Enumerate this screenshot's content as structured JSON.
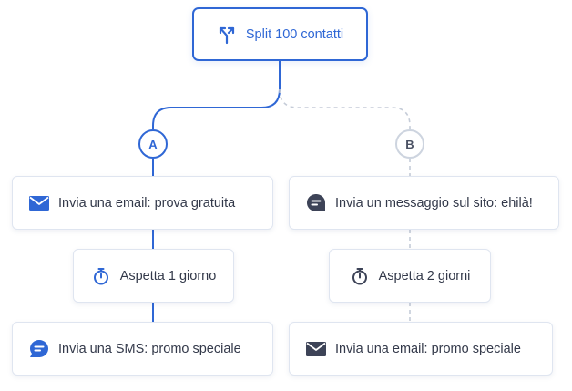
{
  "split": {
    "label": "Split 100 contatti",
    "icon": "split-arrows-icon"
  },
  "branch_a": {
    "badge": "A",
    "steps": [
      {
        "label": "Invia una email: prova gratuita",
        "icon": "envelope-icon"
      },
      {
        "label": "Aspetta 1 giorno",
        "icon": "stopwatch-icon"
      },
      {
        "label": "Invia una SMS: promo speciale",
        "icon": "sms-chat-icon"
      }
    ]
  },
  "branch_b": {
    "badge": "B",
    "steps": [
      {
        "label": "Invia un messaggio sul sito: ehilà!",
        "icon": "site-chat-icon"
      },
      {
        "label": "Aspetta 2 giorni",
        "icon": "stopwatch-icon"
      },
      {
        "label": "Invia una email: promo speciale",
        "icon": "envelope-icon"
      }
    ]
  },
  "colors": {
    "active": "#2f67d5",
    "inactive": "#cdd4df",
    "dark_icon": "#3d4357",
    "text": "#33394a"
  }
}
